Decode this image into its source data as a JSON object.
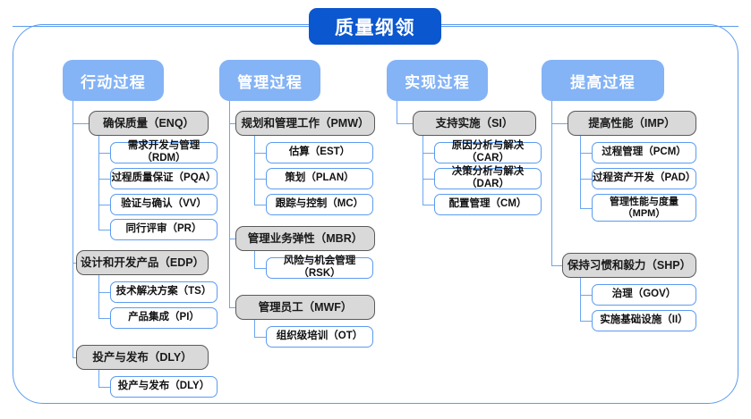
{
  "diagram": {
    "title": "质量纲领",
    "type": "tree-hierarchy",
    "colors": {
      "root_fill": "#0b57cf",
      "column_header_fill": "#84b3f6",
      "group_fill": "#d9d9d9",
      "group_border": "#5a5a5a",
      "leaf_border": "#5b9bf0",
      "connector": "#6ba6ef",
      "frame_border": "#5b9bf0",
      "root_text": "#ffffff",
      "header_text": "#ffffff",
      "box_text": "#111111"
    },
    "columns": [
      {
        "header": "行动过程",
        "groups": [
          {
            "label": "确保质量（ENQ）",
            "children": [
              "需求开发与管理（RDM）",
              "过程质量保证（PQA）",
              "验证与确认（VV）",
              "同行评审（PR）"
            ]
          },
          {
            "label": "设计和开发产品（EDP）",
            "children": [
              "技术解决方案（TS）",
              "产品集成（PI）"
            ]
          },
          {
            "label": "投产与发布（DLY）",
            "children": [
              "投产与发布（DLY）"
            ]
          }
        ]
      },
      {
        "header": "管理过程",
        "groups": [
          {
            "label": "规划和管理工作（PMW）",
            "children": [
              "估算（EST）",
              "策划（PLAN）",
              "跟踪与控制（MC）"
            ]
          },
          {
            "label": "管理业务弹性（MBR）",
            "children": [
              "风险与机会管理（RSK）"
            ]
          },
          {
            "label": "管理员工（MWF）",
            "children": [
              "组织级培训（OT）"
            ]
          }
        ]
      },
      {
        "header": "实现过程",
        "groups": [
          {
            "label": "支持实施（SI）",
            "children": [
              "原因分析与解决（CAR）",
              "决策分析与解决（DAR）",
              "配置管理（CM）"
            ]
          }
        ]
      },
      {
        "header": "提高过程",
        "groups": [
          {
            "label": "提高性能（IMP）",
            "children": [
              "过程管理（PCM）",
              "过程资产开发（PAD）",
              "管理性能与度量\n（MPM）"
            ]
          },
          {
            "label": "保持习惯和毅力（SHP）",
            "children": [
              "治理（GOV）",
              "实施基础设施（II）"
            ]
          }
        ]
      }
    ]
  }
}
